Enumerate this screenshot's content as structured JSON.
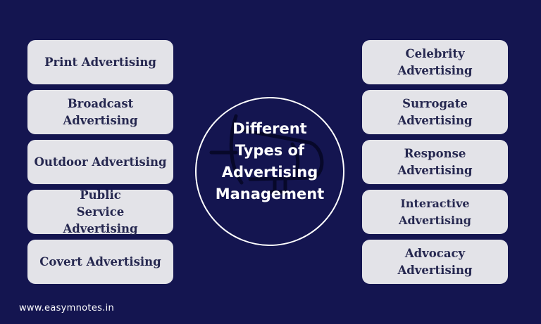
{
  "left_items": [
    "Print Advertising",
    "Broadcast Advertising",
    "Outdoor Advertising",
    "Public Service Advertising",
    "Covert Advertising"
  ],
  "right_items": [
    "Celebrity Advertising",
    "Surrogate Advertising",
    "Response Advertising",
    "Interactive Advertising",
    "Advocacy Advertising"
  ],
  "center": {
    "lines": [
      "Different",
      "Types of",
      "Advertising",
      "Management"
    ],
    "icon": "megaphone-icon"
  },
  "footer": "www.easymnotes.in",
  "colors": {
    "background": "#141550",
    "box": "#e3e3e8",
    "box_text": "#262850"
  }
}
